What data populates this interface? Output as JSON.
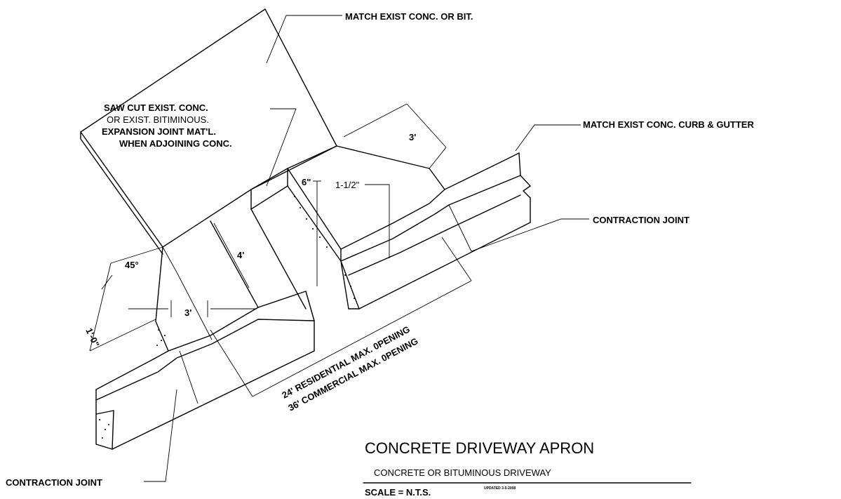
{
  "drawing": {
    "title": "CONCRETE DRIVEWAY APRON",
    "subtitle": "CONCRETE OR BITUMINOUS DRIVEWAY",
    "scale": "SCALE = N.T.S.",
    "updated": "UPDATED 3-5-2008"
  },
  "callouts": {
    "match_exist_conc_bit": "MATCH EXIST CONC. OR BIT.",
    "saw_cut_line1": "SAW CUT EXIST. CONC.",
    "saw_cut_line2": "OR EXIST. BITIMINOUS.",
    "saw_cut_line3": "EXPANSION JOINT MAT'L.",
    "saw_cut_line4": "WHEN ADJOINING CONC.",
    "match_curb_gutter": "MATCH EXIST CONC. CURB & GUTTER",
    "contraction_joint_right": "CONTRACTION JOINT",
    "contraction_joint_left": "CONTRACTION JOINT"
  },
  "dimensions": {
    "taper_top": "3'",
    "six_inch": "6\"",
    "one_half_inch": "1-1/2\"",
    "four_ft": "4'",
    "angle": "45°",
    "one_ft": "1'-0\"",
    "three_ft_left": "3'",
    "opening_residential": "24' RESIDENTIAL MAX. 0PENING",
    "opening_commercial": "36' COMMERCIAL MAX. 0PENING"
  }
}
